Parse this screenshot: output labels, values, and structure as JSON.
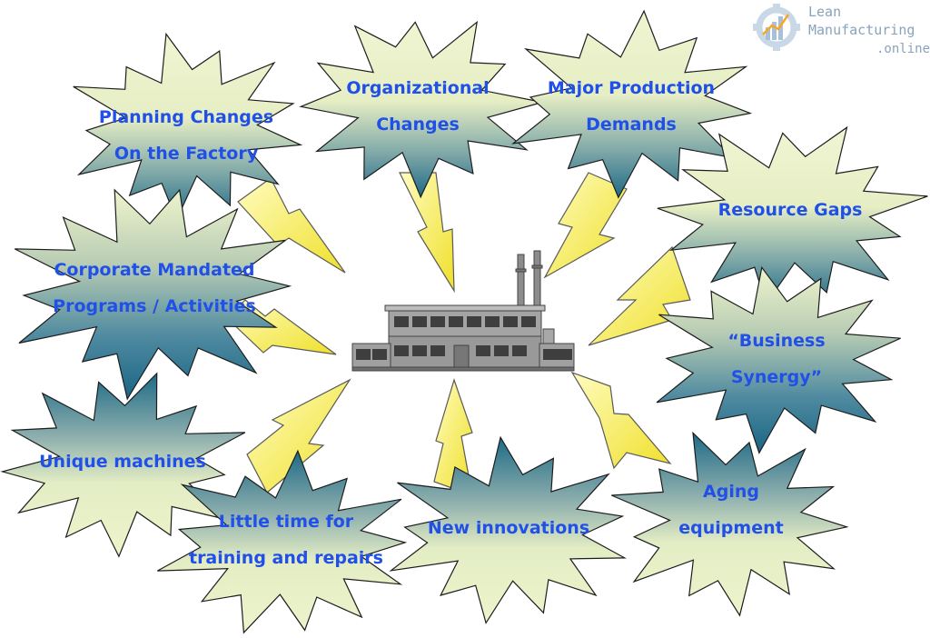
{
  "logo": {
    "line1": "Lean",
    "line2": "Manufacturing",
    "line3": ".online"
  },
  "bursts": [
    {
      "id": "planning-changes",
      "lines": [
        "Planning Changes",
        "On the Factory"
      ]
    },
    {
      "id": "organizational-changes",
      "lines": [
        "Organizational",
        "Changes"
      ]
    },
    {
      "id": "major-production-demands",
      "lines": [
        "Major Production",
        "Demands"
      ]
    },
    {
      "id": "resource-gaps",
      "lines": [
        "Resource Gaps"
      ]
    },
    {
      "id": "corporate-mandated",
      "lines": [
        "Corporate Mandated",
        "Programs / Activities"
      ]
    },
    {
      "id": "business-synergy",
      "lines": [
        "“Business",
        "Synergy”"
      ]
    },
    {
      "id": "unique-machines",
      "lines": [
        "Unique machines"
      ]
    },
    {
      "id": "little-time",
      "lines": [
        "Little time for",
        "training and repairs"
      ]
    },
    {
      "id": "new-innovations",
      "lines": [
        "New innovations"
      ]
    },
    {
      "id": "aging-equipment",
      "lines": [
        "Aging",
        "equipment"
      ]
    }
  ],
  "colors": {
    "burst_light": "#eef4cc",
    "burst_dark": "#1e6a86",
    "bolt_light": "#fffbb0",
    "bolt_dark": "#f2e32a",
    "label": "#2050e8",
    "factory": "#9a9a9a"
  }
}
